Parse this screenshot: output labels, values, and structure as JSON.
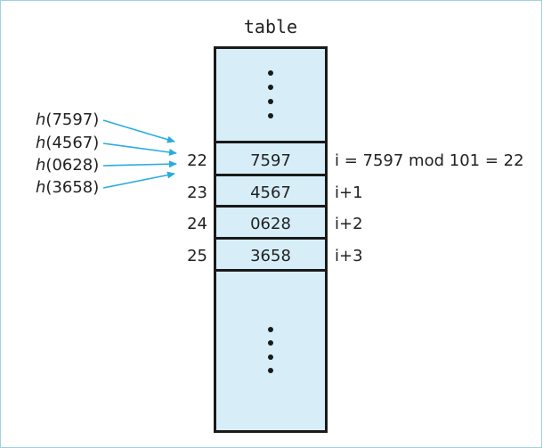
{
  "diagram": {
    "table_title": "table",
    "rows": [
      {
        "index": "22",
        "value": "7597",
        "note": "i = 7597 mod 101 = 22"
      },
      {
        "index": "23",
        "value": "4567",
        "note": "i+1"
      },
      {
        "index": "24",
        "value": "0628",
        "note": "i+2"
      },
      {
        "index": "25",
        "value": "3658",
        "note": "i+3"
      }
    ],
    "hash_calls": [
      {
        "fn": "h",
        "arg": "(7597)"
      },
      {
        "fn": "h",
        "arg": "(4567)"
      },
      {
        "fn": "h",
        "arg": "(0628)"
      },
      {
        "fn": "h",
        "arg": "(3658)"
      }
    ],
    "colors": {
      "cell_fill": "#d7eef8",
      "arrow": "#29abe2",
      "border": "#1a1a1a",
      "frame": "#9fd3e0"
    }
  }
}
